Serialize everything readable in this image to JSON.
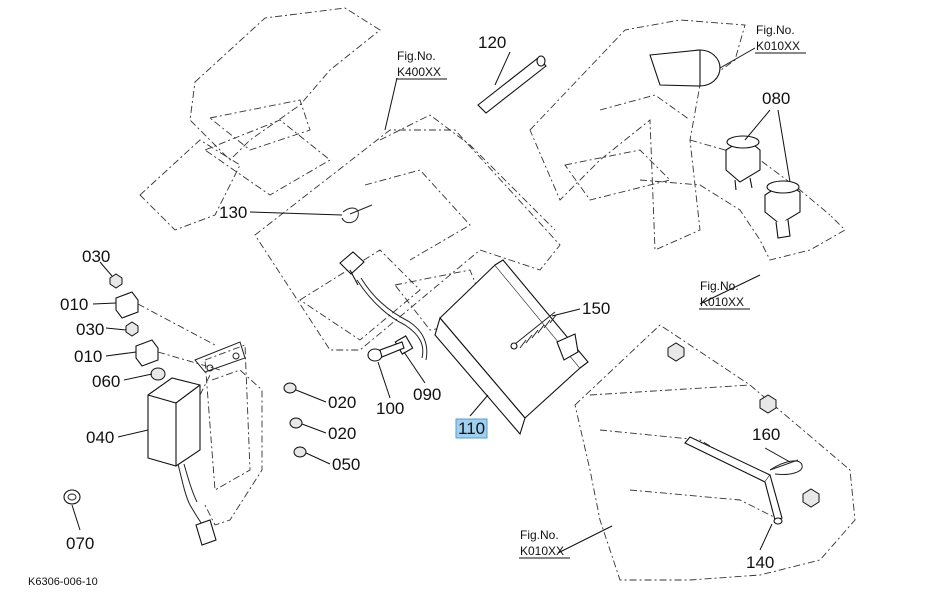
{
  "diagram": {
    "callouts": {
      "c120": "120",
      "c130": "130",
      "c030a": "030",
      "c010a": "010",
      "c030b": "030",
      "c010b": "010",
      "c060": "060",
      "c040": "040",
      "c070": "070",
      "c020a": "020",
      "c020b": "020",
      "c050": "050",
      "c100": "100",
      "c090": "090",
      "c110": "110",
      "c150": "150",
      "c080": "080",
      "c160": "160",
      "c140": "140"
    },
    "figrefs": {
      "top_center": {
        "label": "Fig.No.",
        "code": "K400XX"
      },
      "top_right": {
        "label": "Fig.No.",
        "code": "K010XX"
      },
      "mid_right": {
        "label": "Fig.No.",
        "code": "K010XX"
      },
      "bottom_center": {
        "label": "Fig.No.",
        "code": "K010XX"
      }
    },
    "drawing_number": "K6306-006-10",
    "highlighted_callout": "110",
    "highlight_color": "#9fd0ef"
  }
}
